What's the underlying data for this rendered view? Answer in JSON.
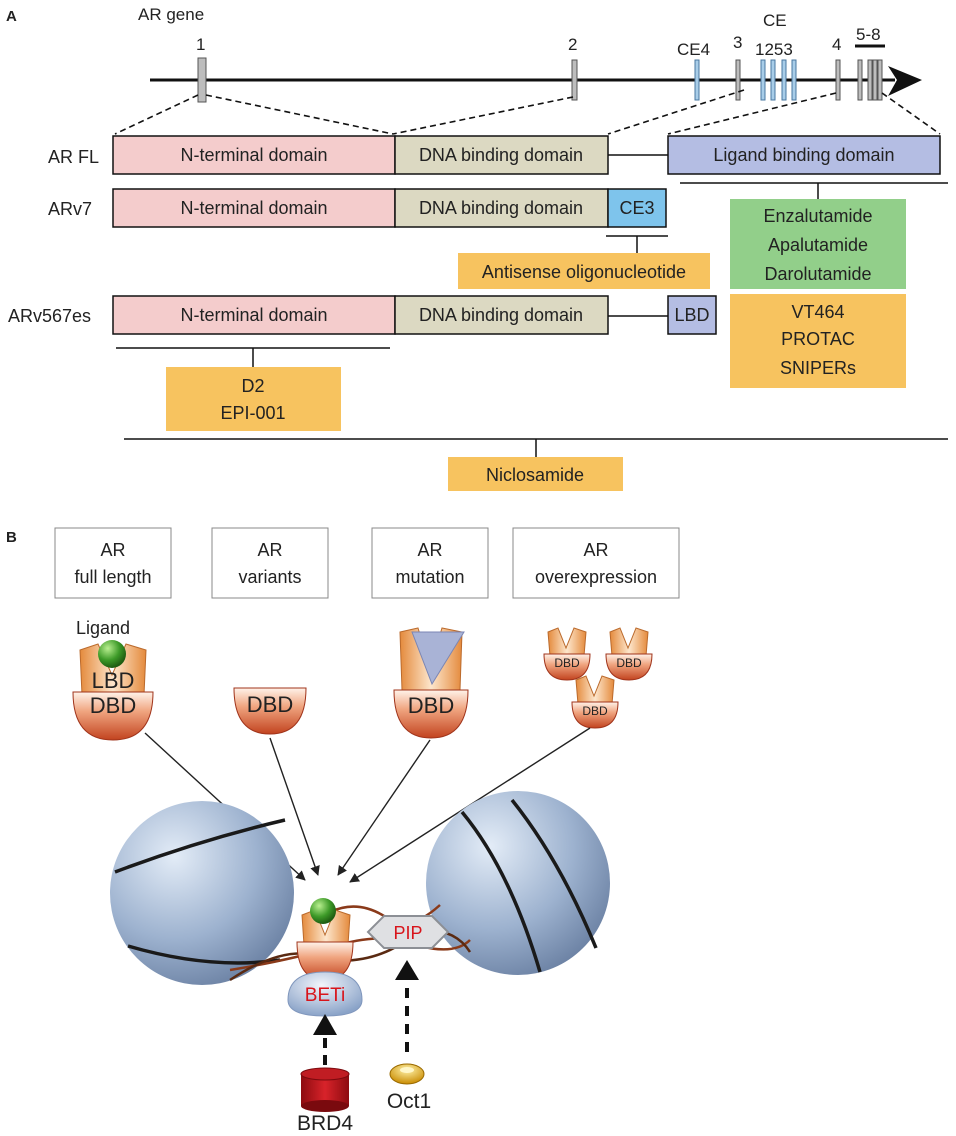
{
  "panel_a": {
    "label": "A",
    "gene": {
      "title": "AR gene",
      "exons": [
        "1",
        "2",
        "CE4",
        "3",
        "CE",
        "1253",
        "4",
        "5-8"
      ]
    },
    "isoforms": [
      {
        "name": "AR FL",
        "domains": [
          "N-terminal domain",
          "DNA binding domain",
          "Ligand binding domain"
        ]
      },
      {
        "name": "ARv7",
        "domains": [
          "N-terminal domain",
          "DNA binding domain",
          "CE3"
        ]
      },
      {
        "name": "ARv567es",
        "domains": [
          "N-terminal domain",
          "DNA binding domain",
          "LBD"
        ]
      }
    ],
    "drugs": {
      "lbd_green": [
        "Enzalutamide",
        "Apalutamide",
        "Darolutamide"
      ],
      "lbd_orange": [
        "VT464",
        "PROTAC",
        "SNIPERs"
      ],
      "ce3": "Antisense oligonucleotide",
      "ntd": [
        "D2",
        "EPI-001"
      ],
      "all": "Niclosamide"
    },
    "colors": {
      "ntd": "#f4cccc",
      "dbd": "#dcd9c2",
      "lbd": "#b4bde3",
      "ce3": "#7ec4ec",
      "green_box": "#92cf8a",
      "orange_box": "#f7c35f",
      "ce_exon": "#a8cde8"
    }
  },
  "panel_b": {
    "label": "B",
    "categories": [
      [
        "AR",
        "full length"
      ],
      [
        "AR",
        "variants"
      ],
      [
        "AR",
        "mutation"
      ],
      [
        "AR",
        "overexpression"
      ]
    ],
    "ligand": "Ligand",
    "lbd": "LBD",
    "dbd": "DBD",
    "beti": "BETi",
    "pip": "PIP",
    "brd4": "BRD4",
    "oct1": "Oct1"
  }
}
